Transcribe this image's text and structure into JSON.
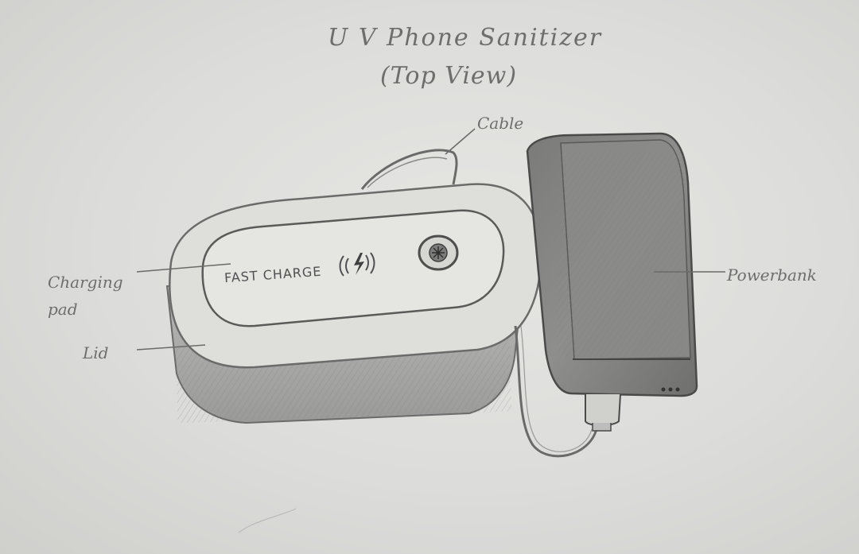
{
  "diagram": {
    "title_line_1": "U V Phone Sanitizer",
    "title_line_2": "(Top View)",
    "labels": {
      "cable": "Cable",
      "charging_pad": "Charging\npad",
      "lid": "Lid",
      "power_bank": "Powerbank"
    },
    "pad_text": "FAST CHARGE",
    "icons": [
      "wireless-charge-icon",
      "uv-button-icon"
    ]
  }
}
